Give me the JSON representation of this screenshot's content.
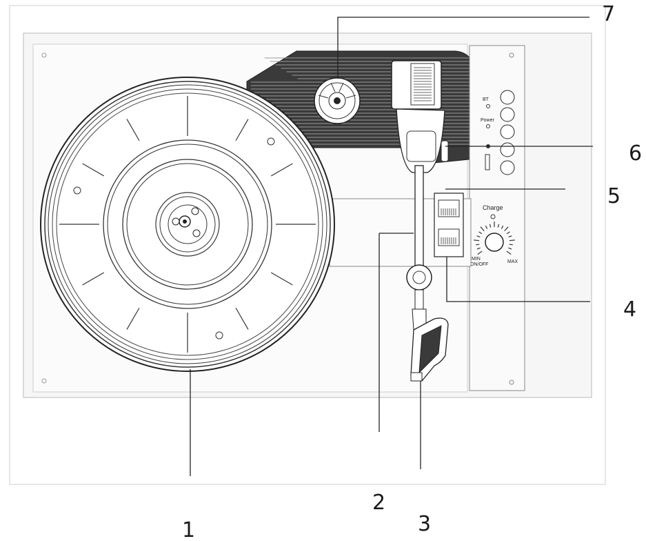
{
  "callouts": {
    "c1": "1",
    "c2": "2",
    "c3": "3",
    "c4": "4",
    "c5": "5",
    "c6": "6",
    "c7": "7"
  },
  "panel": {
    "bt_label": "BT",
    "power_label": "Power",
    "charge_label": "Charge",
    "min_onoff_label": "MIN\nON/OFF",
    "max_label": "MAX"
  },
  "colors": {
    "line": "#222222",
    "frame_bg": "#f3f3f3",
    "deck_bg": "#fbfbfb"
  }
}
